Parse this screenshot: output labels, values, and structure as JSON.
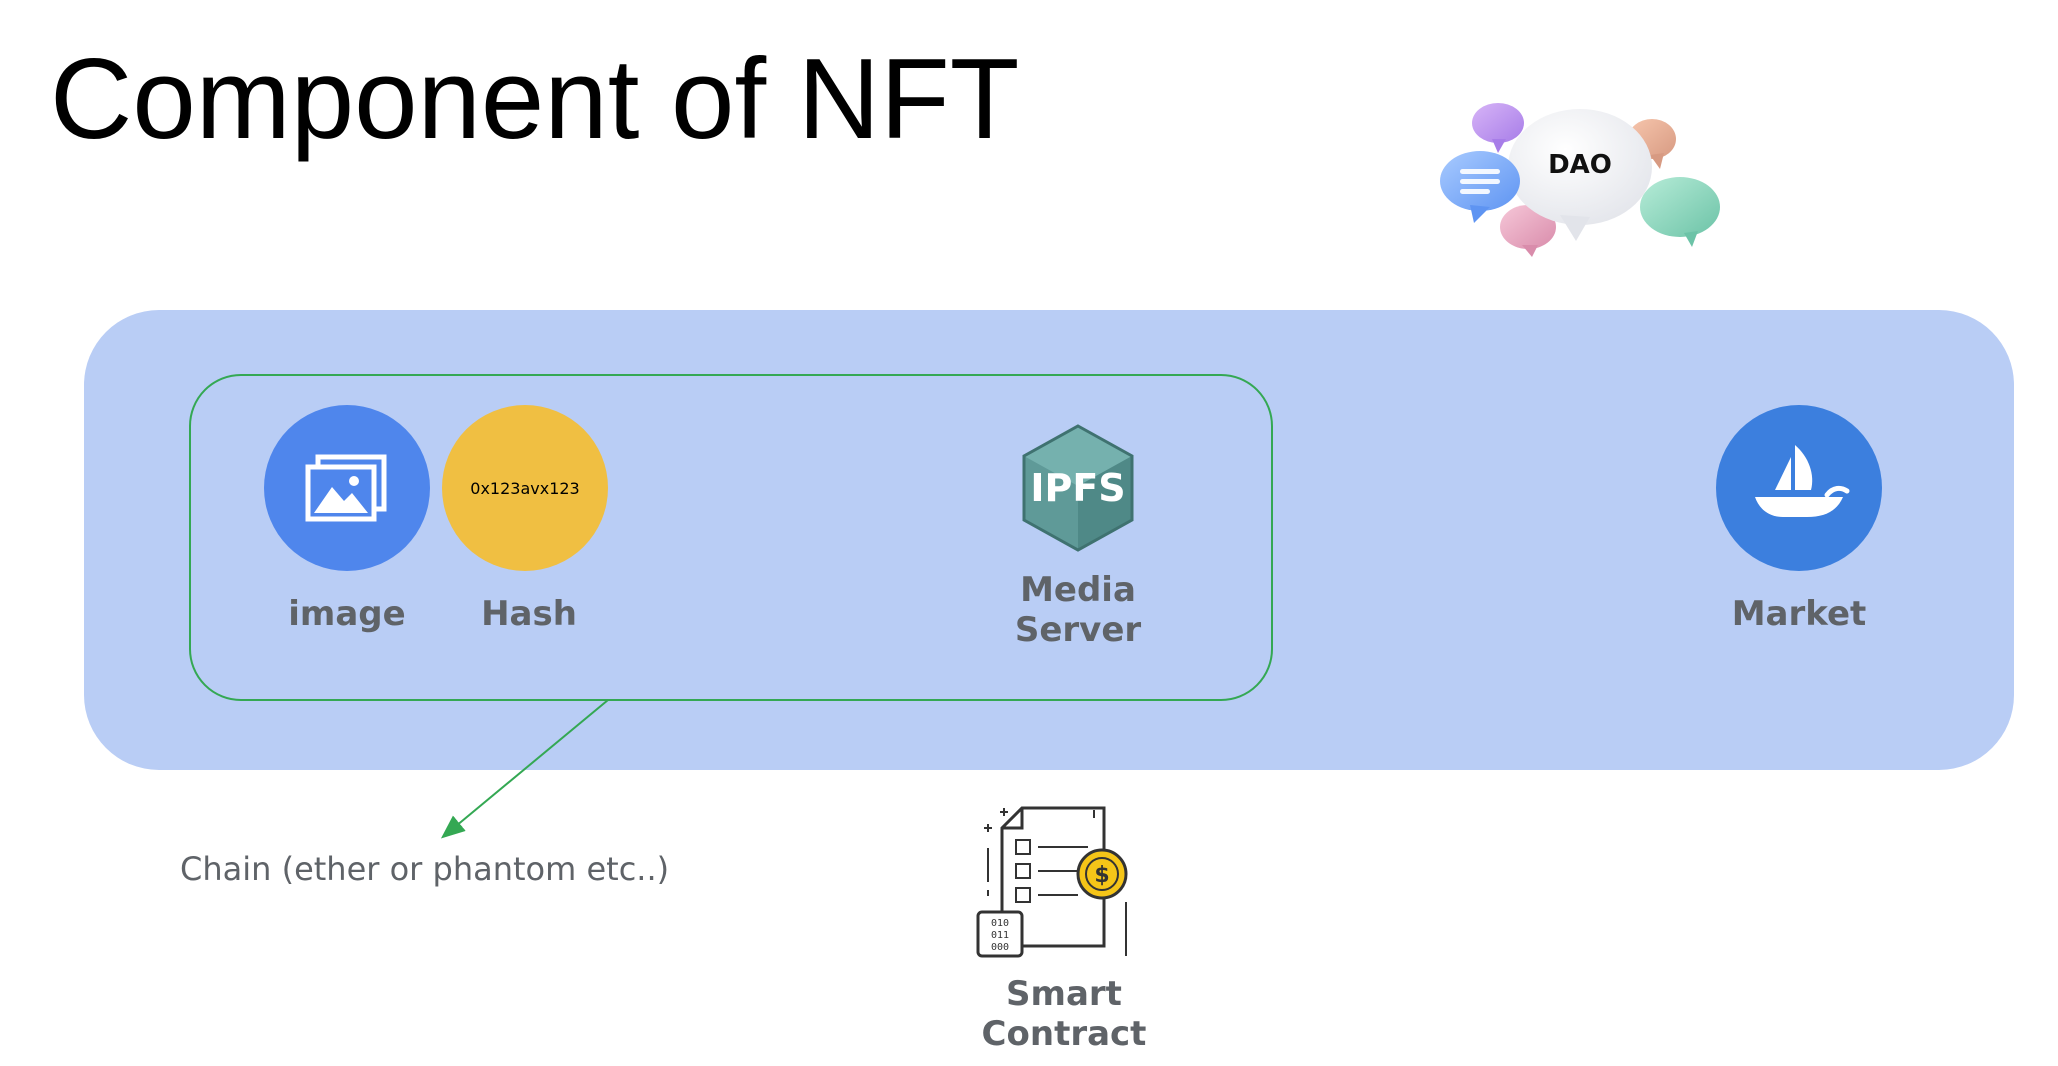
{
  "title": "Component of NFT",
  "dao": {
    "label": "DAO"
  },
  "components": {
    "image": {
      "label": "image",
      "icon": "image-icon",
      "color": "#4f86ec"
    },
    "hash": {
      "label": "Hash",
      "value": "0x123avx123",
      "color": "#f0bf42"
    },
    "media_server": {
      "label_line1": "Media",
      "label_line2": "Server",
      "logo_text": "IPFS",
      "color": "#5f9a98"
    },
    "market": {
      "label": "Market",
      "icon": "boat-icon",
      "color": "#3c7fde"
    }
  },
  "chain": {
    "label": "Chain (ether or phantom etc..)"
  },
  "smart_contract": {
    "label_line1": "Smart",
    "label_line2": "Contract",
    "icon": "contract-document-icon"
  },
  "colors": {
    "panel": "#b9cdf5",
    "group_border": "#34a853",
    "label_text": "#5f6368"
  }
}
